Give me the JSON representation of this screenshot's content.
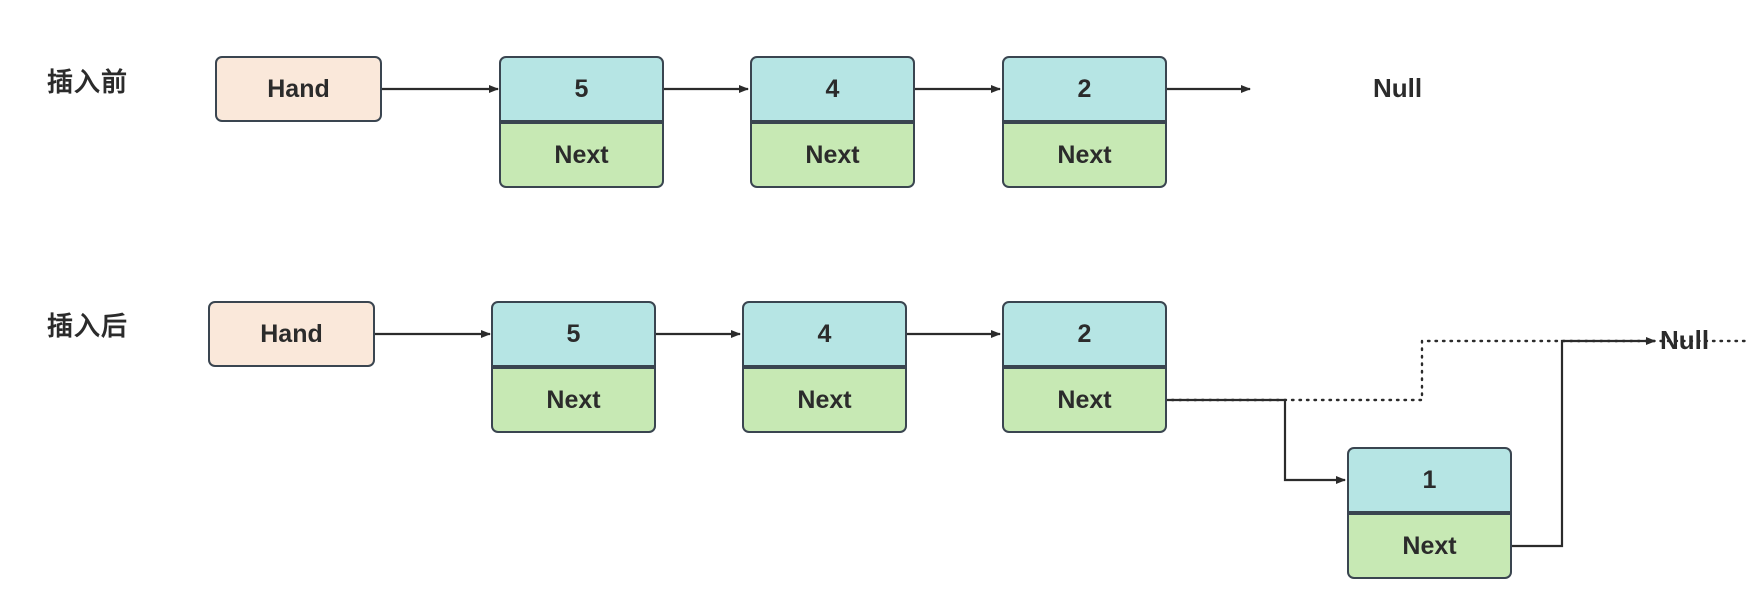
{
  "diagram": {
    "title_present": false,
    "colors": {
      "value_cell": "#b6e5e4",
      "next_cell": "#c7e9b4",
      "hand_box": "#fae8da",
      "stroke": "#3a4550",
      "text": "#2b2b2b",
      "background": "#ffffff"
    },
    "rows": [
      {
        "id": "before",
        "label": "插入前",
        "hand_label": "Hand",
        "terminator_label": "Null",
        "nodes": [
          {
            "value": "5",
            "next_label": "Next"
          },
          {
            "value": "4",
            "next_label": "Next"
          },
          {
            "value": "2",
            "next_label": "Next"
          }
        ]
      },
      {
        "id": "after",
        "label": "插入后",
        "hand_label": "Hand",
        "terminator_label": "Null",
        "nodes": [
          {
            "value": "5",
            "next_label": "Next"
          },
          {
            "value": "4",
            "next_label": "Next"
          },
          {
            "value": "2",
            "next_label": "Next"
          },
          {
            "value": "1",
            "next_label": "Next"
          }
        ],
        "dotted_link_note": "old-link-to-null"
      }
    ]
  }
}
